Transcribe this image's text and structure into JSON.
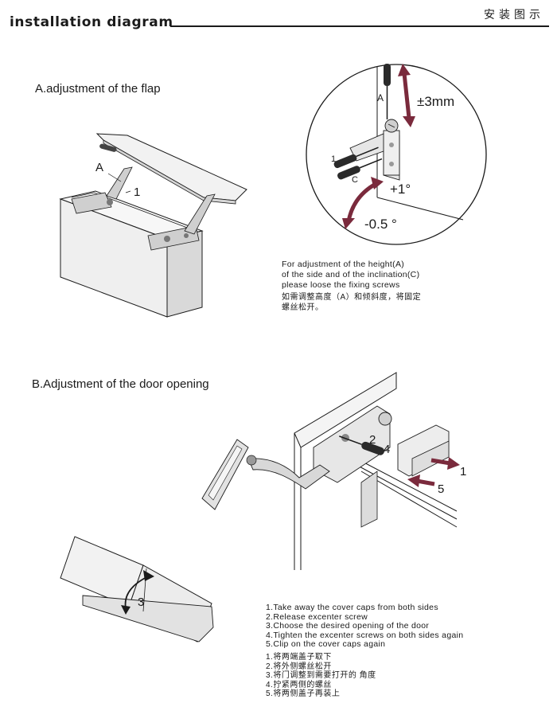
{
  "header": {
    "title": "installation diagram",
    "title_zh": "安装图示"
  },
  "section_a": {
    "heading": "A.adjustment of the flap",
    "label_A": "A",
    "label_1": "1",
    "detail": {
      "label_A": "A",
      "label_1": "1",
      "label_C": "C",
      "height_range": "±3mm",
      "incline_plus": "+1°",
      "incline_minus": "-0.5 °"
    },
    "note_en": [
      "For adjustment of the height(A)",
      "of the side  and of the inclination(C)",
      "please loose the fixing screws"
    ],
    "note_zh": [
      "如需调整高度（A）和倾斜度，将固定",
      "螺丝松开。"
    ]
  },
  "section_b": {
    "heading": "B.Adjustment of the door opening",
    "label_2": "2",
    "label_4": "4",
    "label_1": "1",
    "label_5": "5",
    "label_3": "3",
    "steps_en": [
      "1.Take  away the cover caps from both sides",
      "2.Release excenter screw",
      "3.Choose the desired opening of the door",
      "4.Tighten the excenter screws on both sides again",
      "5.Clip on the cover caps again"
    ],
    "steps_zh": [
      "1.将两端盖子取下",
      "2.将外侧螺丝松开",
      "3.将门调整到需要打开的 角度",
      "4.拧紧两侧的螺丝",
      "5.将两侧盖子再装上"
    ]
  },
  "colors": {
    "arrow": "#7a2a3c",
    "line": "#1a1a1a",
    "fill_light": "#efefef",
    "fill_mid": "#d9d9d9"
  }
}
